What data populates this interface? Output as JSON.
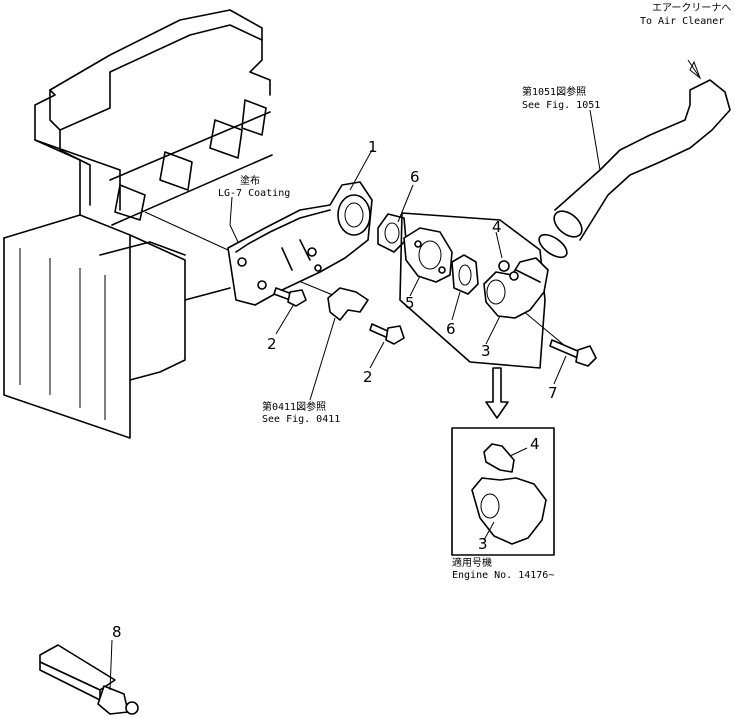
{
  "notes": {
    "air_cleaner_jp": "エアークリーナへ",
    "air_cleaner_en": "To Air Cleaner",
    "fig1051_jp": "第1051図参照",
    "fig1051_en": "See Fig. 1051",
    "coating_jp": "塗布",
    "coating_en": "LG-7 Coating",
    "fig0411_jp": "第0411図参照",
    "fig0411_en": "See Fig. 0411",
    "engine_jp": "適用号機",
    "engine_en": "Engine No. 14176~"
  },
  "callouts": {
    "p1": "1",
    "p2a": "2",
    "p2b": "2",
    "p3a": "3",
    "p3b": "3",
    "p4a": "4",
    "p4b": "4",
    "p5": "5",
    "p6a": "6",
    "p6b": "6",
    "p7": "7",
    "p8": "8"
  }
}
